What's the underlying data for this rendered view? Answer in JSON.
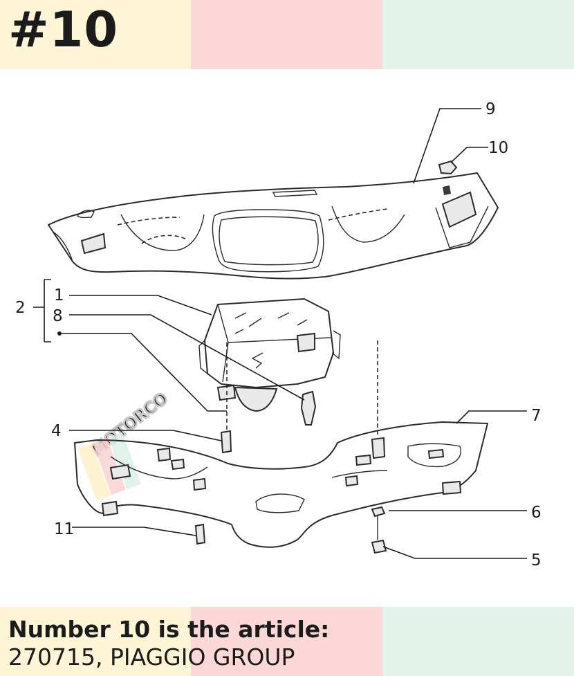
{
  "header": {
    "item_number": "#10"
  },
  "caption": {
    "line1": "Number 10 is the article:",
    "line2": "270715, PIAGGIO GROUP"
  },
  "diagram": {
    "watermark": "MOTORCO",
    "callouts": {
      "c9": "9",
      "c10": "10",
      "c2": "2",
      "c1": "1",
      "c8": "8",
      "c7": "7",
      "c4": "4",
      "c6": "6",
      "c11": "11",
      "c5": "5"
    }
  }
}
